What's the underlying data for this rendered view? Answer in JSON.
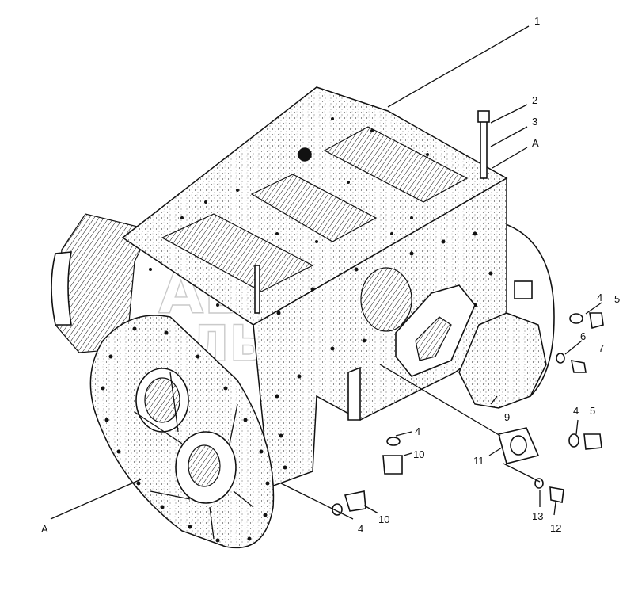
{
  "watermark": {
    "line1": "АВТО",
    "line2": "АЛЬЯНС"
  },
  "callouts": [
    {
      "id": "c1",
      "text": "1"
    },
    {
      "id": "c2",
      "text": "2"
    },
    {
      "id": "c3",
      "text": "3"
    },
    {
      "id": "cA1",
      "text": "A"
    },
    {
      "id": "c4a",
      "text": "4"
    },
    {
      "id": "c5a",
      "text": "5"
    },
    {
      "id": "c6",
      "text": "6"
    },
    {
      "id": "c7",
      "text": "7"
    },
    {
      "id": "c9",
      "text": "9"
    },
    {
      "id": "c4b",
      "text": "4"
    },
    {
      "id": "c5b",
      "text": "5"
    },
    {
      "id": "c4c",
      "text": "4"
    },
    {
      "id": "c10a",
      "text": "10"
    },
    {
      "id": "c11",
      "text": "11"
    },
    {
      "id": "c13",
      "text": "13"
    },
    {
      "id": "c12",
      "text": "12"
    },
    {
      "id": "cA2",
      "text": "A"
    },
    {
      "id": "c4d",
      "text": "4"
    },
    {
      "id": "c10b",
      "text": "10"
    }
  ]
}
